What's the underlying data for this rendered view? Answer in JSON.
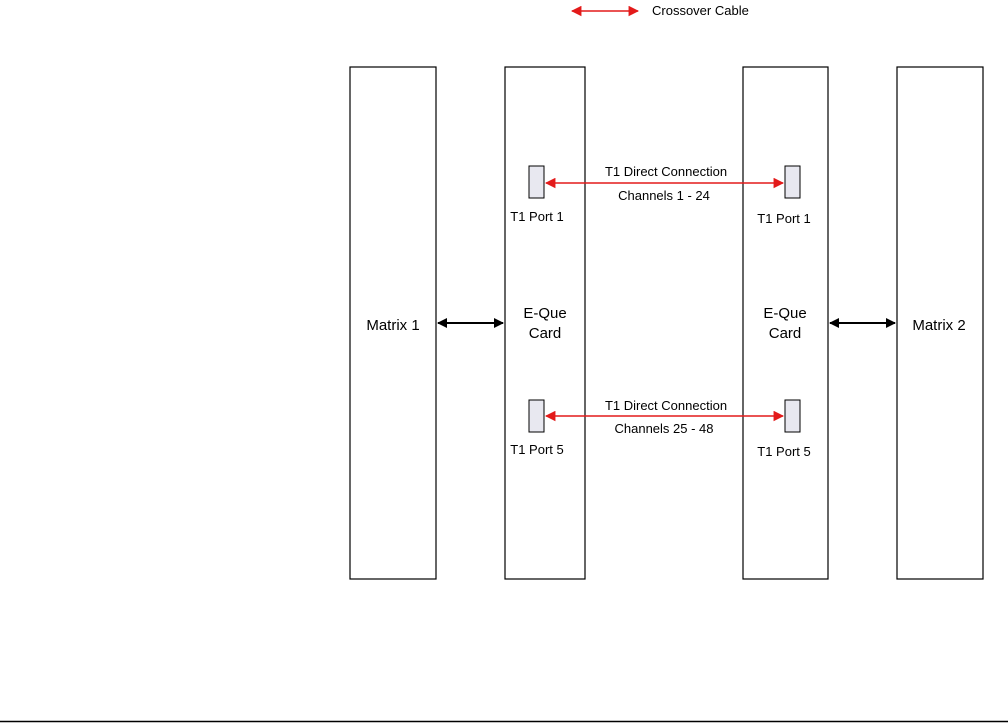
{
  "legend": {
    "label": "Crossover Cable"
  },
  "blocks": {
    "matrix1": "Matrix 1",
    "card_left": [
      "E-Que",
      "Card"
    ],
    "card_right": [
      "E-Que",
      "Card"
    ],
    "matrix2": "Matrix 2"
  },
  "connections": [
    {
      "title": "T1 Direct Connection",
      "channels": "Channels 1 - 24",
      "left_port": "T1 Port 1",
      "right_port": "T1 Port 1"
    },
    {
      "title": "T1 Direct Connection",
      "channels": "Channels 25 - 48",
      "left_port": "T1 Port 5",
      "right_port": "T1 Port 5"
    }
  ],
  "colors": {
    "crossover": "#e31a1a",
    "link": "#000000",
    "port_fill": "#e8e8f0",
    "border": "#000000"
  }
}
